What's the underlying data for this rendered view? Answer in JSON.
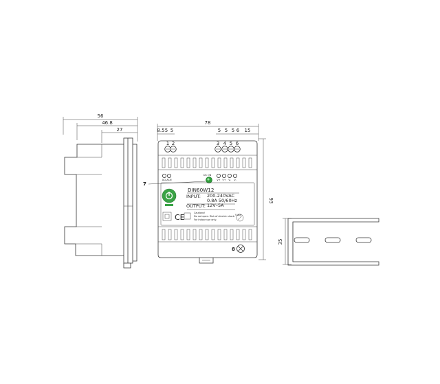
{
  "side_view": {
    "dim_total": "56",
    "dim_mid": "46.8",
    "dim_front": "27"
  },
  "front_view": {
    "dim_width": "78",
    "dim_height": "93",
    "left_pitch": [
      "8.5",
      "5",
      "5"
    ],
    "right_pitch": [
      "5",
      "5",
      "5",
      "6"
    ],
    "right_margin": "15",
    "terminal_numbers_left": [
      "1",
      "2"
    ],
    "terminal_numbers_right": [
      "3",
      "4",
      "5",
      "6"
    ],
    "terminal_symbols_left": [
      "ACL",
      "ACN"
    ],
    "terminal_symbols_right": [
      "V+",
      "V+",
      "V-",
      "V-"
    ],
    "model": "DIN60W12",
    "input_label": "INPUT:",
    "input_voltage": "200-240VAC",
    "input_current": "0.8A  50/60Hz",
    "output_label": "OUTPUT:",
    "output_value": "12V–5A",
    "caution_title": "Cautions!",
    "caution_line1": "Do not open. Risk of electric shock.",
    "caution_line2": "For indoor use only.",
    "adj_label": "V.ADJ",
    "callout_led": "7",
    "callout_screw": "8"
  },
  "rail_view": {
    "dim_height": "35"
  },
  "colors": {
    "led": "#2e9e3a",
    "logo": "#3aa346",
    "line": "#333333"
  }
}
